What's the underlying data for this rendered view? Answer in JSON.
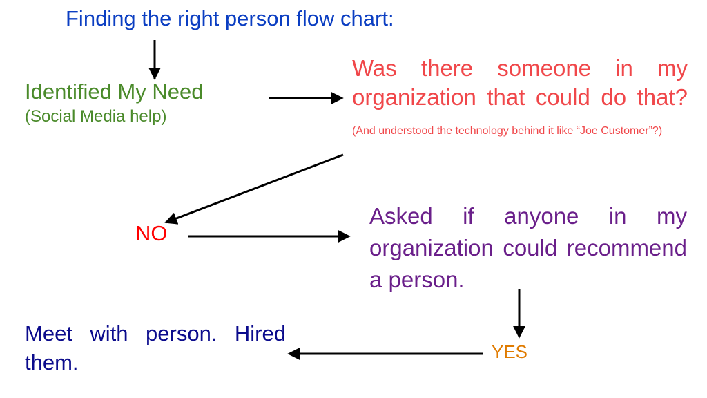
{
  "title": "Finding the right person flow chart:",
  "nodes": {
    "need": {
      "main": "Identified My Need",
      "sub": "(Social Media help)"
    },
    "question": {
      "main": "Was there someone in my organization that could do that?",
      "sub": "(And understood the technology behind it like “Joe Customer”?)"
    },
    "no": "NO",
    "asked": "Asked if anyone in my organization could recommend a person.",
    "yes": "YES",
    "meet": "Meet with person. Hired them."
  },
  "colors": {
    "title": "#0b3ec2",
    "need": "#4a8a2a",
    "question": "#f0474a",
    "no": "#ff0000",
    "asked": "#6a1f8a",
    "yes": "#e07b00",
    "meet": "#0b0b8c",
    "arrow": "#000000"
  }
}
